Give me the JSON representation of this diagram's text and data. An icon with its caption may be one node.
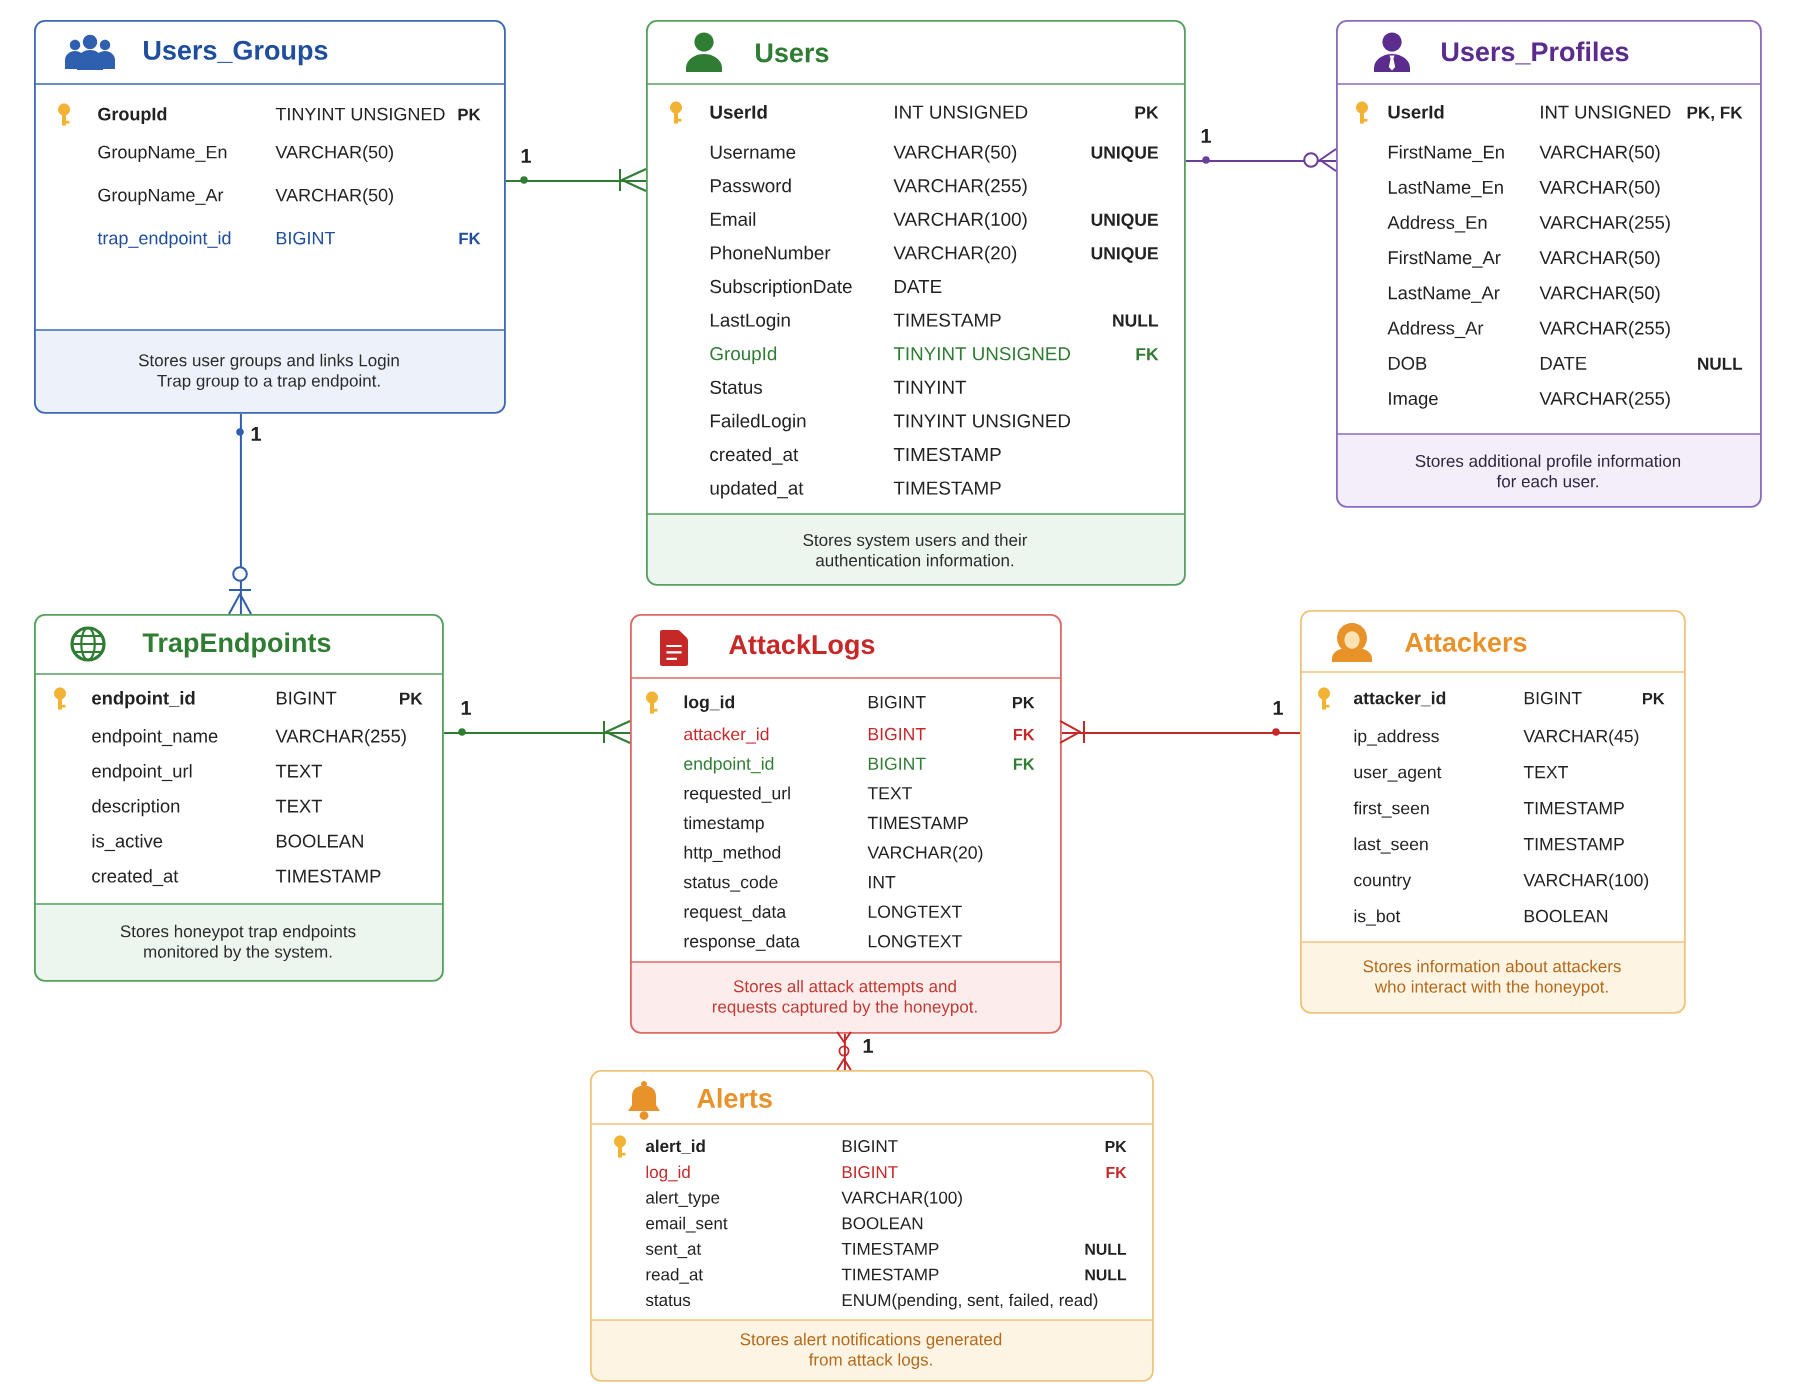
{
  "diagram": {
    "nodes": [
      {
        "text": [
          "Users_Groups",
          "Stores user groups and links Login Trap group to a trap endpoint."
        ]
      },
      {
        "text": [
          "GroupId",
          "TINYINT UNSIGNED",
          "PK"
        ],
        "in": 0
      },
      {
        "text": [
          "GroupName_En",
          "VARCHAR(50)"
        ],
        "in": 0
      },
      {
        "text": [
          "GroupName_Ar",
          "VARCHAR(50)"
        ],
        "in": 0
      },
      {
        "text": [
          "trap_endpoint_id",
          "BIGINT",
          "FK"
        ],
        "in": 0
      },
      {
        "text": [
          "Users",
          "Stores system users and their authentication information."
        ]
      },
      {
        "text": [
          "UserId",
          "INT UNSIGNED",
          "PK"
        ],
        "in": 5
      },
      {
        "text": [
          "Username",
          "VARCHAR(50)",
          "UNIQUE"
        ],
        "in": 5
      },
      {
        "text": [
          "Password",
          "VARCHAR(255)"
        ],
        "in": 5
      },
      {
        "text": [
          "Email",
          "VARCHAR(100)",
          "UNIQUE"
        ],
        "in": 5
      },
      {
        "text": [
          "PhoneNumber",
          "VARCHAR(20)",
          "UNIQUE"
        ],
        "in": 5
      },
      {
        "text": [
          "SubscriptionDate",
          "DATE"
        ],
        "in": 5
      },
      {
        "text": [
          "LastLogin",
          "TIMESTAMP",
          "NULL"
        ],
        "in": 5
      },
      {
        "text": [
          "GroupId",
          "TINYINT UNSIGNED",
          "FK"
        ],
        "in": 5
      },
      {
        "text": [
          "Status",
          "TINYINT"
        ],
        "in": 5
      },
      {
        "text": [
          "FailedLogin",
          "TINYINT UNSIGNED"
        ],
        "in": 5
      },
      {
        "text": [
          "created_at",
          "TIMESTAMP"
        ],
        "in": 5
      },
      {
        "text": [
          "updated_at",
          "TIMESTAMP"
        ],
        "in": 5
      },
      {
        "text": [
          "Users_Profiles",
          "Stores additional profile information for each user."
        ]
      },
      {
        "text": [
          "UserId",
          "INT UNSIGNED",
          "PK, FK"
        ],
        "in": 18
      },
      {
        "text": [
          "FirstName_En",
          "VARCHAR(50)"
        ],
        "in": 18
      },
      {
        "text": [
          "LastName_En",
          "VARCHAR(50)"
        ],
        "in": 18
      },
      {
        "text": [
          "Address_En",
          "VARCHAR(255)"
        ],
        "in": 18
      },
      {
        "text": [
          "FirstName_Ar",
          "VARCHAR(50)"
        ],
        "in": 18
      },
      {
        "text": [
          "LastName_Ar",
          "VARCHAR(50)"
        ],
        "in": 18
      },
      {
        "text": [
          "Address_Ar",
          "VARCHAR(255)"
        ],
        "in": 18
      },
      {
        "text": [
          "DOB",
          "DATE",
          "NULL"
        ],
        "in": 18
      },
      {
        "text": [
          "Image",
          "VARCHAR(255)"
        ],
        "in": 18
      },
      {
        "text": [
          "TrapEndpoints",
          "Stores honeypot trap endpoints monitored by the system."
        ]
      },
      {
        "text": [
          "endpoint_id",
          "BIGINT",
          "PK"
        ],
        "in": 28
      },
      {
        "text": [
          "endpoint_name",
          "VARCHAR(255)"
        ],
        "in": 28
      },
      {
        "text": [
          "endpoint_url",
          "TEXT"
        ],
        "in": 28
      },
      {
        "text": [
          "description",
          "TEXT"
        ],
        "in": 28
      },
      {
        "text": [
          "is_active",
          "BOOLEAN"
        ],
        "in": 28
      },
      {
        "text": [
          "created_at",
          "TIMESTAMP"
        ],
        "in": 28
      },
      {
        "text": [
          "AttackLogs",
          "Stores all attack attempts and requests captured by the honeypot."
        ]
      },
      {
        "text": [
          "log_id",
          "BIGINT",
          "PK"
        ],
        "in": 35
      },
      {
        "text": [
          "attacker_id",
          "BIGINT",
          "FK"
        ],
        "in": 35
      },
      {
        "text": [
          "endpoint_id",
          "BIGINT",
          "FK"
        ],
        "in": 35
      },
      {
        "text": [
          "requested_url",
          "TEXT"
        ],
        "in": 35
      },
      {
        "text": [
          "timestamp",
          "TIMESTAMP"
        ],
        "in": 35
      },
      {
        "text": [
          "http_method",
          "VARCHAR(20)"
        ],
        "in": 35
      },
      {
        "text": [
          "status_code",
          "INT"
        ],
        "in": 35
      },
      {
        "text": [
          "request_data",
          "LONGTEXT"
        ],
        "in": 35
      },
      {
        "text": [
          "response_data",
          "LONGTEXT"
        ],
        "in": 35
      },
      {
        "text": [
          "Attackers",
          "Stores information about attackers who interact with the honeypot."
        ]
      },
      {
        "text": [
          "attacker_id",
          "BIGINT",
          "PK"
        ],
        "in": 45
      },
      {
        "text": [
          "ip_address",
          "VARCHAR(45)"
        ],
        "in": 45
      },
      {
        "text": [
          "user_agent",
          "TEXT"
        ],
        "in": 45
      },
      {
        "text": [
          "first_seen",
          "TIMESTAMP"
        ],
        "in": 45
      },
      {
        "text": [
          "last_seen",
          "TIMESTAMP"
        ],
        "in": 45
      },
      {
        "text": [
          "country",
          "VARCHAR(100)"
        ],
        "in": 45
      },
      {
        "text": [
          "is_bot",
          "BOOLEAN"
        ],
        "in": 45
      },
      {
        "text": [
          "Alerts",
          "Stores alert notifications generated from attack logs."
        ]
      },
      {
        "text": [
          "alert_id",
          "BIGINT",
          "PK"
        ],
        "in": 53
      },
      {
        "text": [
          "log_id",
          "BIGINT",
          "FK"
        ],
        "in": 53
      },
      {
        "text": [
          "alert_type",
          "VARCHAR(100)"
        ],
        "in": 53
      },
      {
        "text": [
          "email_sent",
          "BOOLEAN"
        ],
        "in": 53
      },
      {
        "text": [
          "sent_at",
          "TIMESTAMP",
          "NULL"
        ],
        "in": 53
      },
      {
        "text": [
          "read_at",
          "TIMESTAMP",
          "NULL"
        ],
        "in": 53
      },
      {
        "text": [
          "status",
          "ENUM(pending, sent, failed, read)"
        ],
        "in": 53
      }
    ],
    "edges": [
      {
        "from": 0,
        "to": 5,
        "arrow": "other",
        "label": "1",
        "color": "#2e7d32"
      },
      {
        "from": 5,
        "to": 18,
        "arrow": "other",
        "label": "1",
        "color": "#6a3d9a"
      },
      {
        "from": 0,
        "to": 28,
        "arrow": "other",
        "label": "1",
        "color": "#2f5faf"
      },
      {
        "from": 28,
        "to": 35,
        "arrow": "other",
        "label": "1",
        "color": "#2e7d32"
      },
      {
        "from": 45,
        "to": 35,
        "arrow": "other",
        "label": "1",
        "color": "#c62828"
      },
      {
        "from": 35,
        "to": 53,
        "arrow": "other",
        "label": "1",
        "color": "#c62828"
      }
    ]
  }
}
